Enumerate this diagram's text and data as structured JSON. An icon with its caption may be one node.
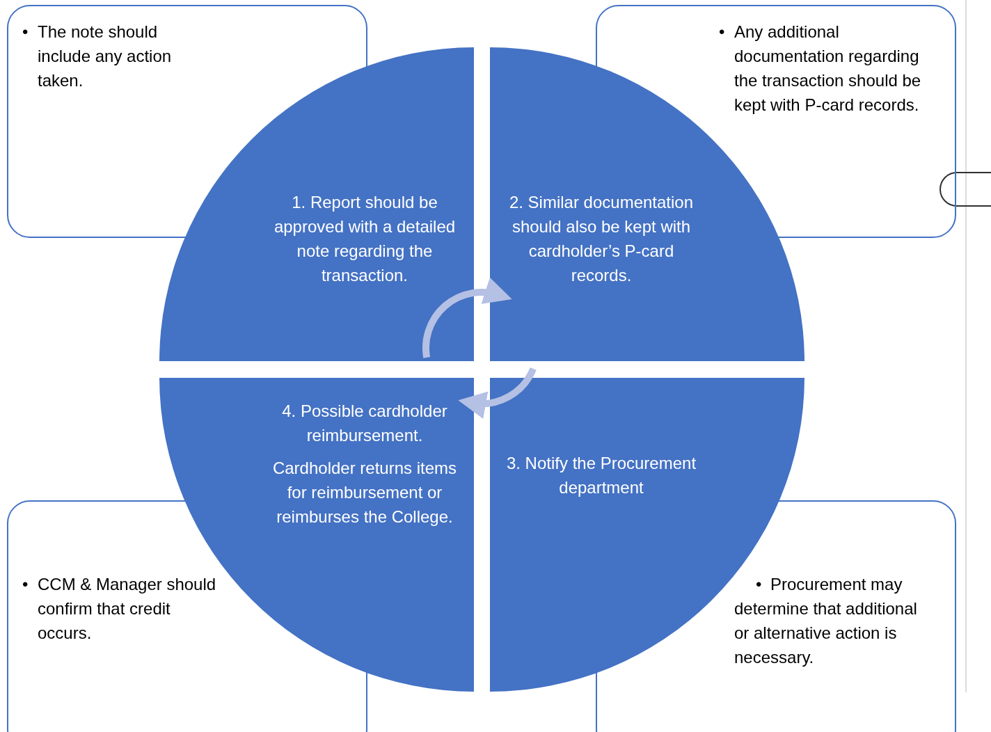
{
  "diagram": {
    "nodes": [
      {
        "text": [
          "•",
          "The note should include any action taken."
        ]
      },
      {
        "text": [
          "•",
          "Any additional documentation regarding the transaction  should be kept with P-card records."
        ]
      },
      {
        "text": [
          "1. Report should be approved with a detailed note regarding the transaction."
        ]
      },
      {
        "text": [
          "2. Similar documentation should also be kept with cardholder’s P-card records."
        ]
      },
      {
        "text": [
          "4. Possible cardholder reimbursement.",
          "Cardholder returns items for reimbursement or reimburses the College."
        ]
      },
      {
        "text": [
          "3. Notify the Procurement department"
        ]
      },
      {
        "text": [
          "•",
          "CCM & Manager should confirm that credit occurs."
        ]
      },
      {
        "text": [
          "•",
          "Procurement may determine that additional or alternative action is necessary."
        ]
      }
    ],
    "edges": [
      {
        "from": 2,
        "to": 3,
        "arrow": "to"
      },
      {
        "from": 5,
        "to": 4,
        "arrow": "to"
      }
    ]
  }
}
